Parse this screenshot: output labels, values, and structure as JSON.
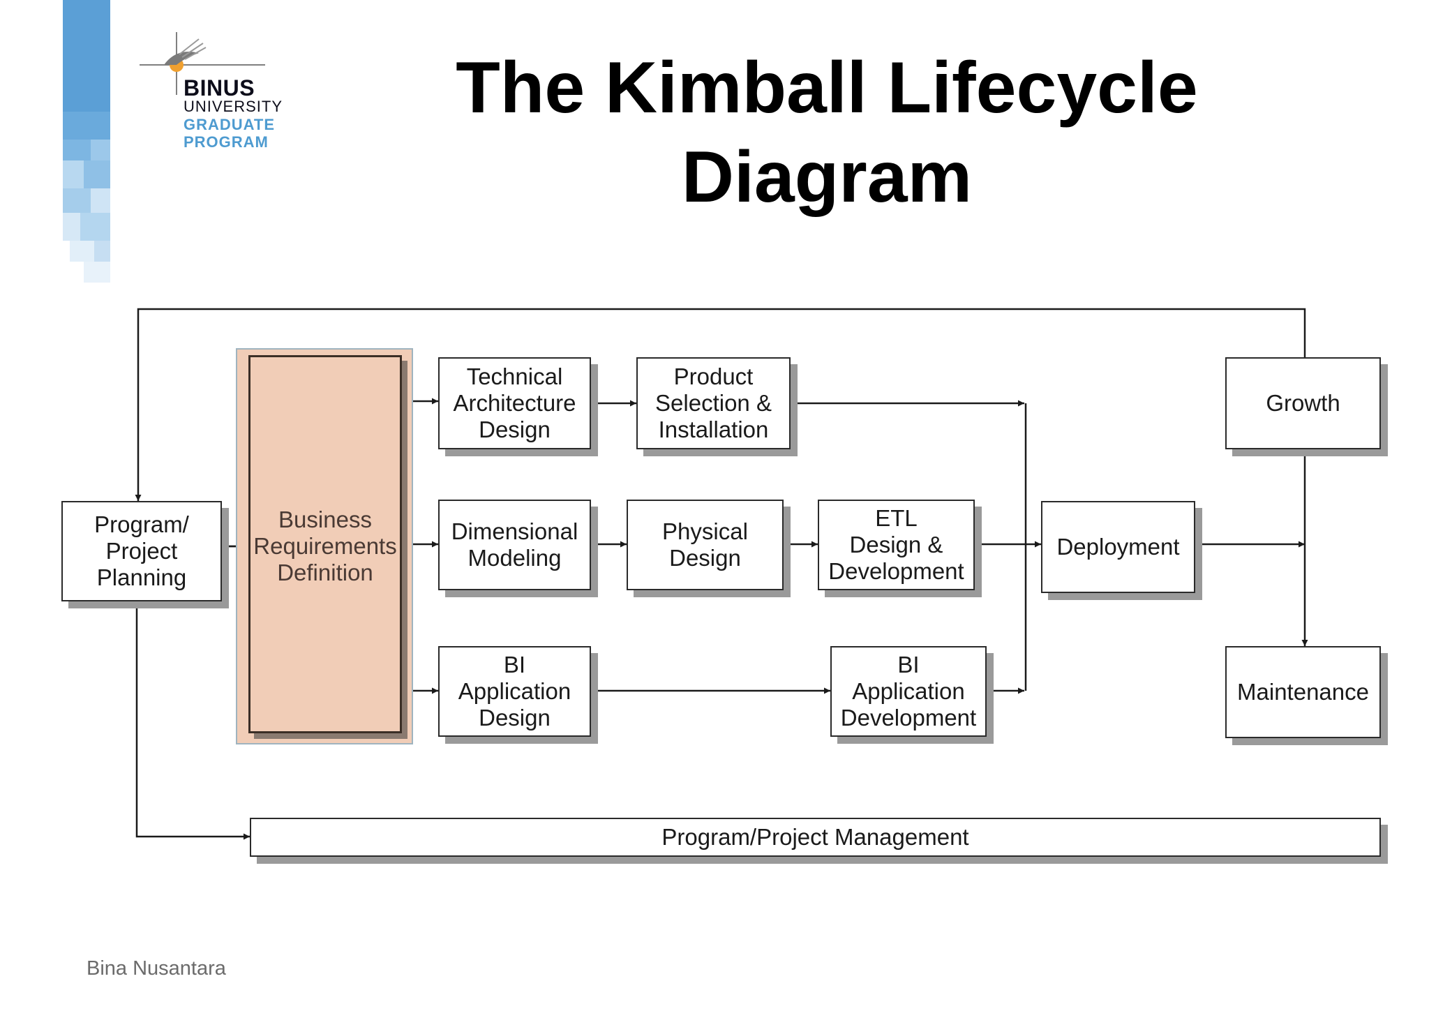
{
  "slide": {
    "title_line1": "The Kimball Lifecycle",
    "title_line2": "Diagram",
    "footer": "Bina Nusantara"
  },
  "logo": {
    "line1": "BINUS",
    "line2": "UNIVERSITY",
    "line3": "GRADUATE",
    "line4": "PROGRAM",
    "colors": {
      "dark": "#0d0d1a",
      "accent_blue": "#4e9bd0",
      "accent_orange": "#f0a030"
    }
  },
  "diagram": {
    "nodes": {
      "program_planning": "Program/\nProject\nPlanning",
      "business_requirements": "Business\nRequirements\nDefinition",
      "technical_architecture": "Technical\nArchitecture\nDesign",
      "product_selection": "Product\nSelection &\nInstallation",
      "dimensional_modeling": "Dimensional\nModeling",
      "physical_design": "Physical\nDesign",
      "etl_design": "ETL\nDesign &\nDevelopment",
      "bi_application_design": "BI\nApplication\nDesign",
      "bi_application_development": "BI\nApplication\nDevelopment",
      "deployment": "Deployment",
      "growth": "Growth",
      "maintenance": "Maintenance",
      "program_management": "Program/Project Management"
    },
    "colors": {
      "highlight_fill": "#f1cdb7",
      "line": "#1a1a1a",
      "shadow": "#9a9a9a"
    }
  }
}
